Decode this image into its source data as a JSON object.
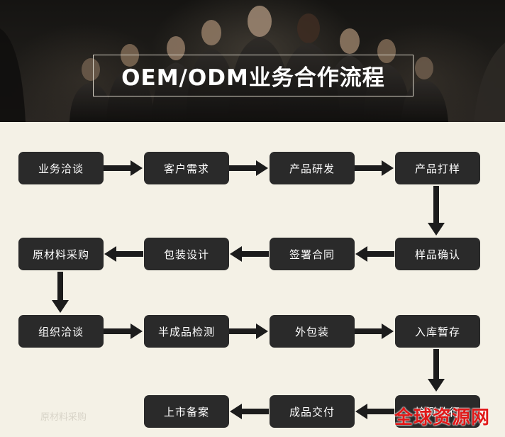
{
  "title": "OEM/ODM业务合作流程",
  "steps": [
    {
      "id": "s1",
      "label": "业务洽谈"
    },
    {
      "id": "s2",
      "label": "客户需求"
    },
    {
      "id": "s3",
      "label": "产品研发"
    },
    {
      "id": "s4",
      "label": "产品打样"
    },
    {
      "id": "s5",
      "label": "样品确认"
    },
    {
      "id": "s6",
      "label": "签署合同"
    },
    {
      "id": "s7",
      "label": "包装设计"
    },
    {
      "id": "s8",
      "label": "原材料采购"
    },
    {
      "id": "s9",
      "label": "组织洽谈"
    },
    {
      "id": "s10",
      "label": "半成品检测"
    },
    {
      "id": "s11",
      "label": "外包装"
    },
    {
      "id": "s12",
      "label": "入库暂存"
    },
    {
      "id": "s13",
      "label": "检测放行"
    },
    {
      "id": "s14",
      "label": "成品交付"
    },
    {
      "id": "s15",
      "label": "上市备案"
    }
  ],
  "ghost_text": "原材料采购",
  "watermark": "全球资源网",
  "colors": {
    "step_bg": "#2a2a2a",
    "arrow": "#1c1c1c",
    "background": "#f4f1e6",
    "watermark": "#e01919"
  }
}
